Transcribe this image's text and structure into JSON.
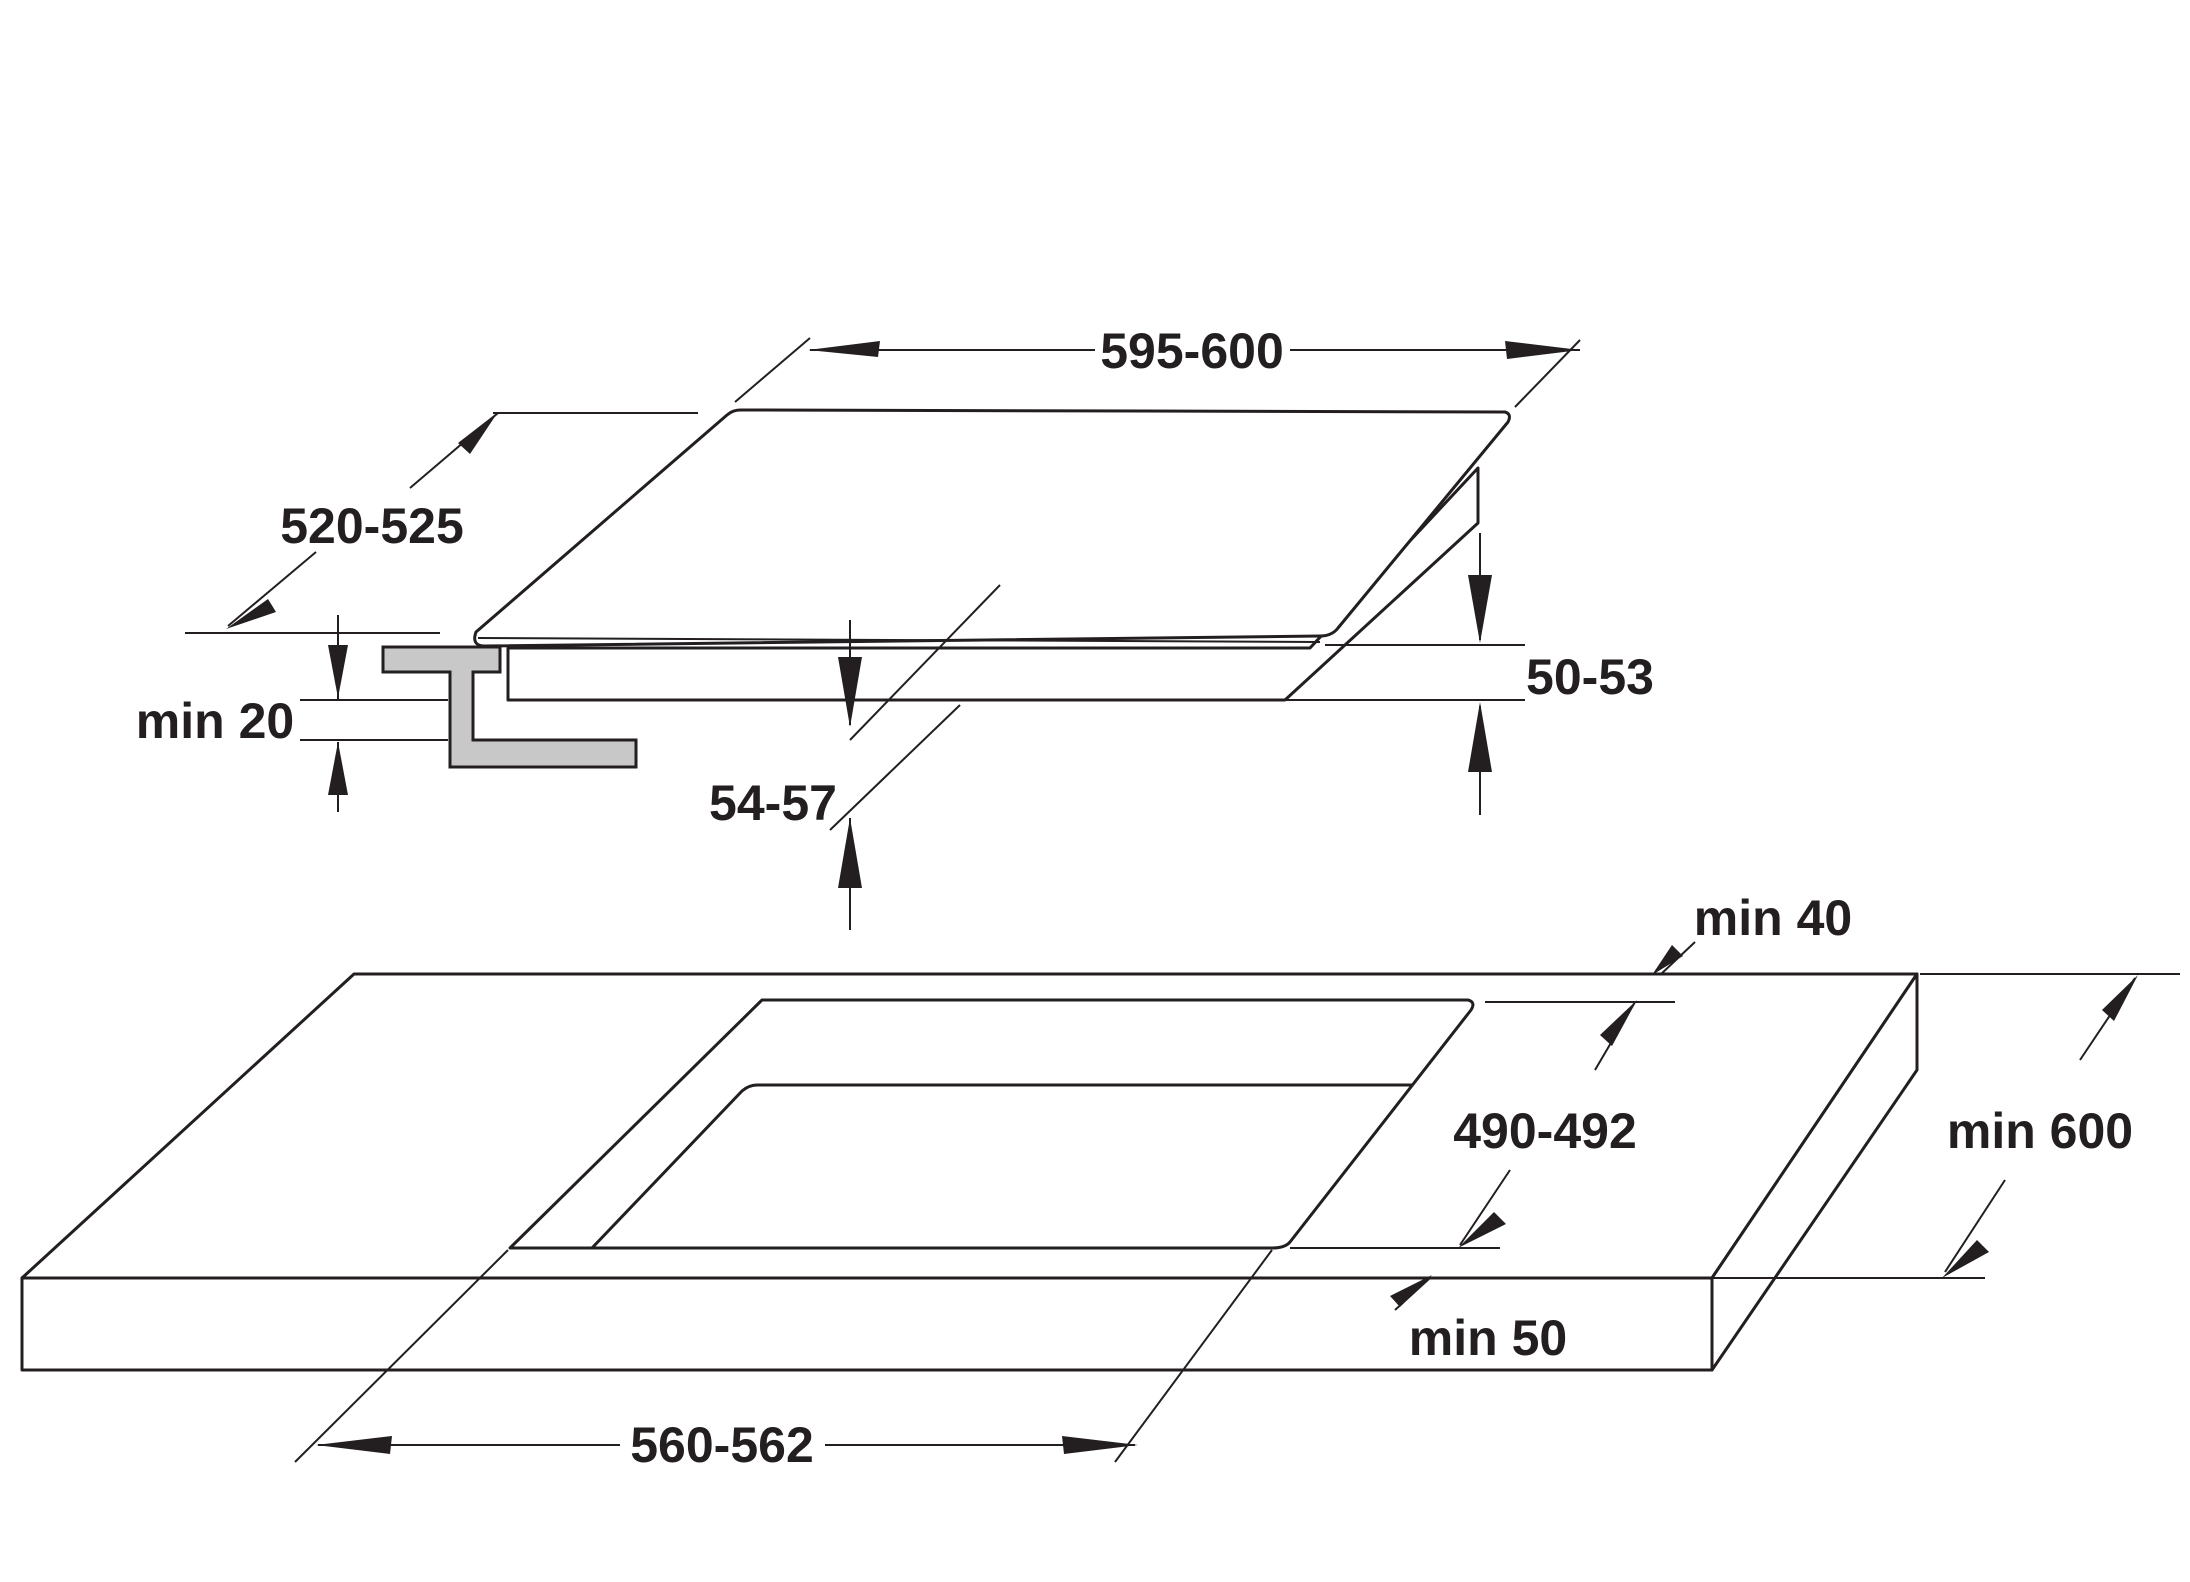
{
  "diagram": {
    "labels": {
      "hob_width": "595-600",
      "hob_depth": "520-525",
      "hob_height_total": "50-53",
      "hob_height_under": "54-57",
      "worktop_min_thickness": "min 20",
      "rear_clearance": "min 40",
      "cutout_depth": "490-492",
      "worktop_depth": "min 600",
      "front_clearance": "min 50",
      "cutout_width": "560-562"
    },
    "colors": {
      "line": "#231f20",
      "bracket_fill": "#c8c8c8",
      "background": "#ffffff"
    }
  }
}
